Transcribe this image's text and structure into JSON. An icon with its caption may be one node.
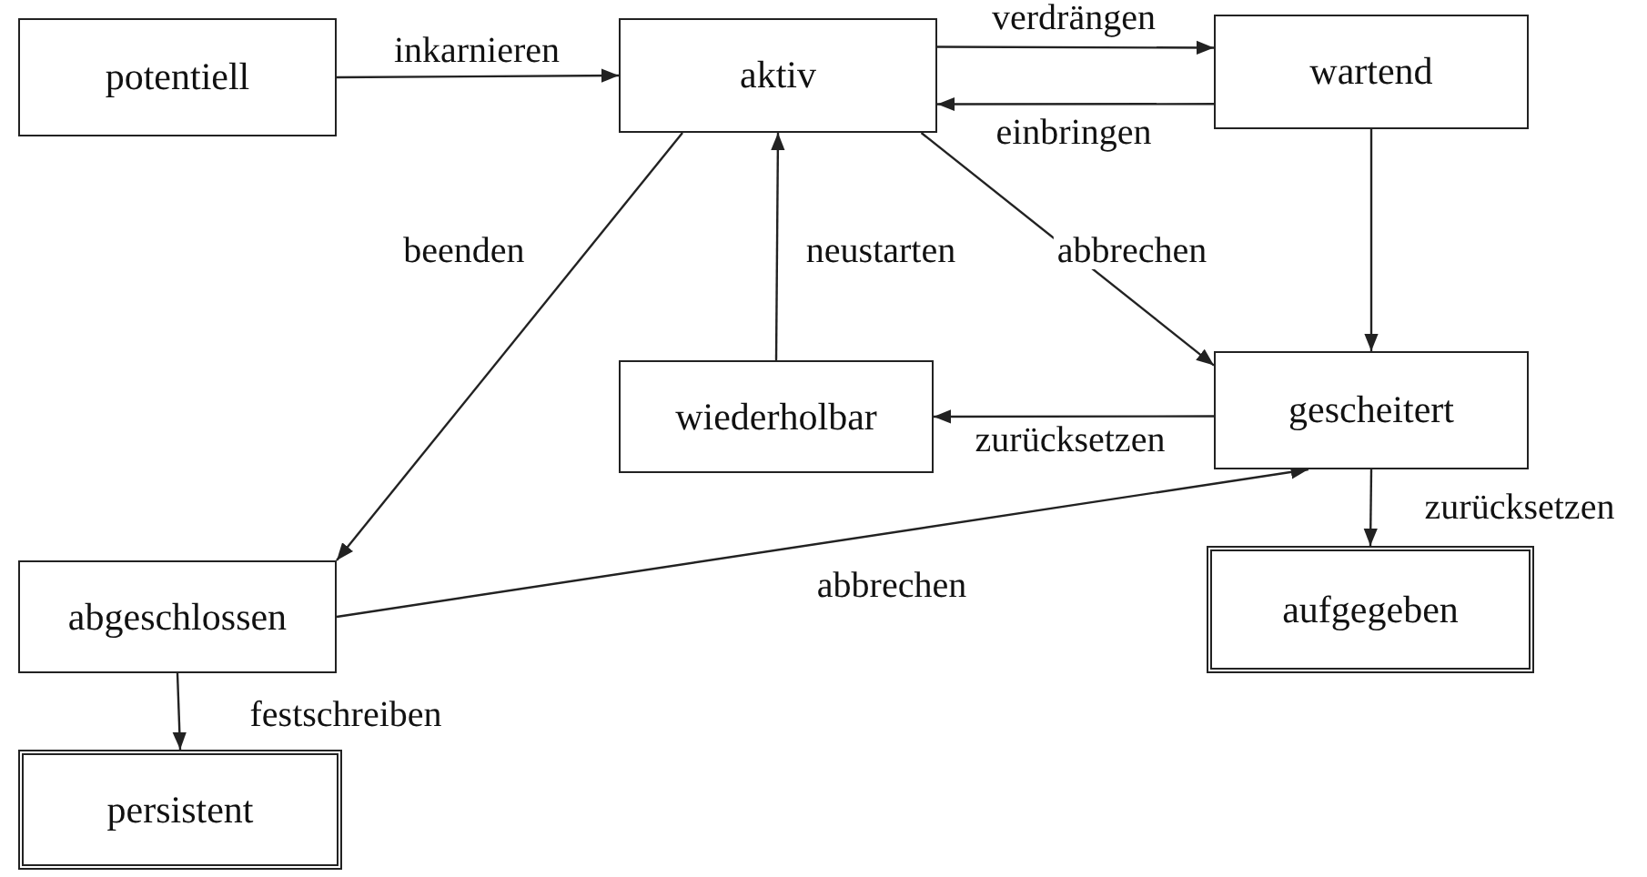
{
  "diagram": {
    "nodes": [
      {
        "text": [
          "potentiell"
        ]
      },
      {
        "text": [
          "aktiv"
        ]
      },
      {
        "text": [
          "wartend"
        ]
      },
      {
        "text": [
          "wiederholbar"
        ]
      },
      {
        "text": [
          "gescheitert"
        ]
      },
      {
        "text": [
          "abgeschlossen"
        ]
      },
      {
        "text": [
          "aufgegeben"
        ]
      },
      {
        "text": [
          "persistent"
        ]
      }
    ],
    "edges": [
      {
        "from": 0,
        "to": 1,
        "arrow": "to",
        "label": "inkarnieren"
      },
      {
        "from": 1,
        "to": 2,
        "arrow": "to",
        "label": "verdrängen"
      },
      {
        "from": 2,
        "to": 1,
        "arrow": "to",
        "label": "einbringen"
      },
      {
        "from": 1,
        "to": 5,
        "arrow": "to",
        "label": "beenden"
      },
      {
        "from": 3,
        "to": 1,
        "arrow": "to",
        "label": "neustarten"
      },
      {
        "from": 1,
        "to": 4,
        "arrow": "to",
        "label": "abbrechen"
      },
      {
        "from": 2,
        "to": 4,
        "arrow": "to"
      },
      {
        "from": 4,
        "to": 3,
        "arrow": "to",
        "label": "zurücksetzen"
      },
      {
        "from": 5,
        "to": 4,
        "arrow": "to",
        "label": "abbrechen"
      },
      {
        "from": 4,
        "to": 6,
        "arrow": "to",
        "label": "zurücksetzen"
      },
      {
        "from": 5,
        "to": 7,
        "arrow": "to",
        "label": "festschreiben"
      }
    ]
  }
}
